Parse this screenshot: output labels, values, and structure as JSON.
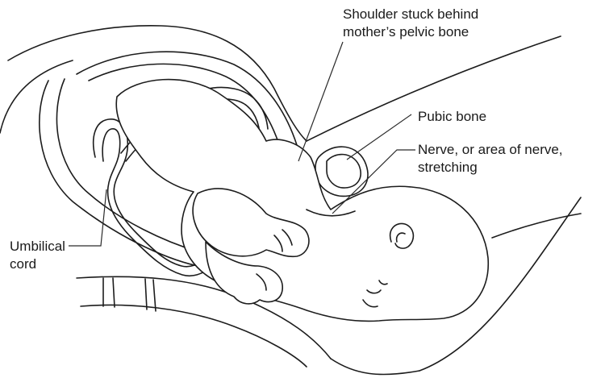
{
  "labels": {
    "shoulder_line1": "Shoulder stuck behind",
    "shoulder_line2": "mother’s pelvic bone",
    "pubic": "Pubic bone",
    "nerve_line1": "Nerve, or area of nerve,",
    "nerve_line2": "stretching",
    "umbilical_line1": "Umbilical",
    "umbilical_line2": "cord"
  },
  "colors": {
    "ink": "#1c1c1c",
    "background": "#ffffff"
  }
}
